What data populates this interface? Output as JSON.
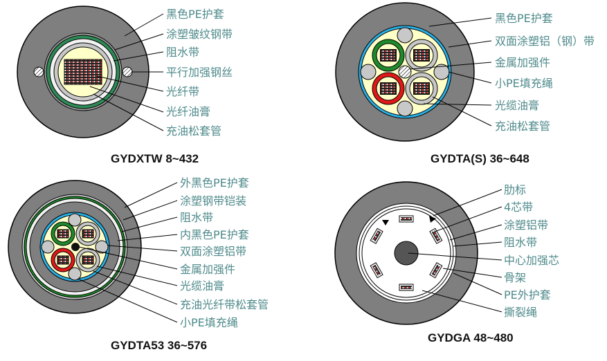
{
  "diagrams": [
    {
      "title": "GYDXTW  8~432",
      "labels": [
        "黑色PE护套",
        "涂塑皱纹钢带",
        "阻水带",
        "平行加强钢丝",
        "光纤带",
        "光纤油膏",
        "充油松套管"
      ]
    },
    {
      "title": "GYDTA(S)  36~648",
      "labels": [
        "黑色PE护套",
        "双面涂塑铝（钢）带",
        "金属加强件",
        "小PE填充绳",
        "光缆油膏",
        "充油松套管"
      ]
    },
    {
      "title": "GYDTA53  36~576",
      "labels": [
        "外黑色PE护套",
        "涂塑钢带铠装",
        "阻水带",
        "内黑色PE护套",
        "双面涂塑铝带",
        "金属加强件",
        "光缆油膏",
        "充油光纤带松套管",
        "小PE填充绳"
      ]
    },
    {
      "title": "GYDGA  48~480",
      "labels": [
        "肋标",
        "4芯带",
        "涂塑铝带",
        "阻水带",
        "中心加强芯",
        "骨架",
        "PE外护套",
        "撕裂绳"
      ]
    }
  ],
  "colors": {
    "label_text": "#4f8a8b",
    "sheath": "#7f7f7f",
    "gel": "#ffffc8",
    "tape_blue": "#2ab0e4",
    "tube_green": "#1f8a2b",
    "tube_red": "#e01818",
    "grey_fill": "#c8c8c8"
  }
}
